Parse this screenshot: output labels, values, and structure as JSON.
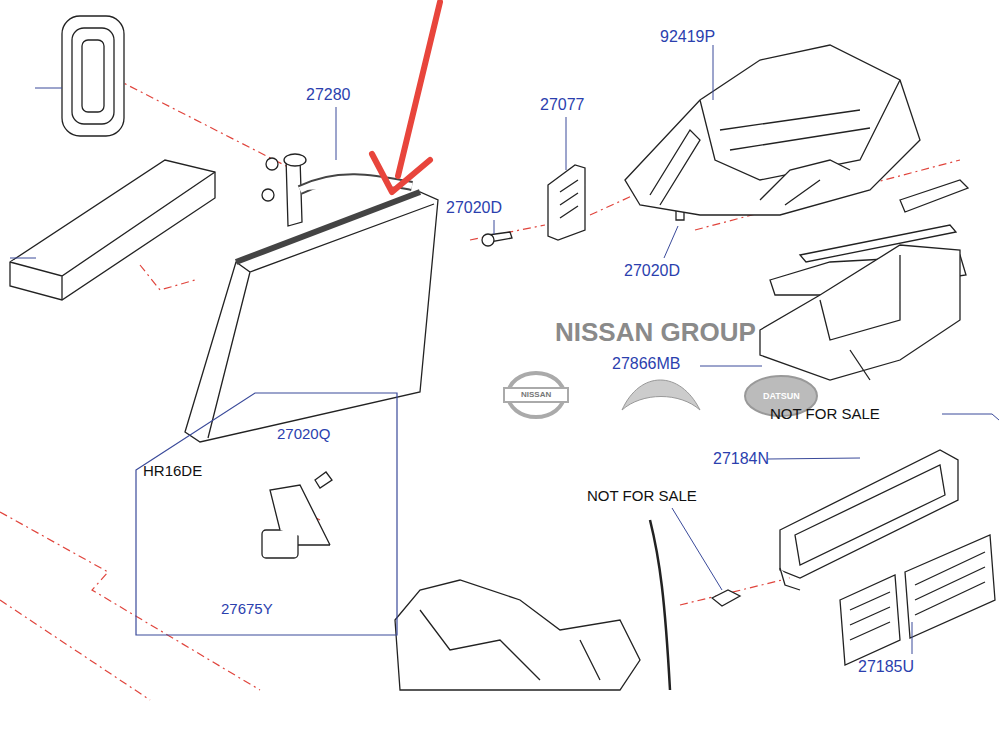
{
  "diagram": {
    "nodes": [
      {
        "text": [
          "HR16DE",
          "27020Q",
          "27675Y"
        ]
      }
    ],
    "labels": [
      "27280",
      "92419P",
      "27077",
      "27020D",
      "27020D",
      "NISSAN GROUP",
      "NISSAN",
      "DATSUN",
      "27866MB",
      "NOT FOR SALE",
      "27184N",
      "NOT FOR SALE",
      "27185U"
    ]
  }
}
